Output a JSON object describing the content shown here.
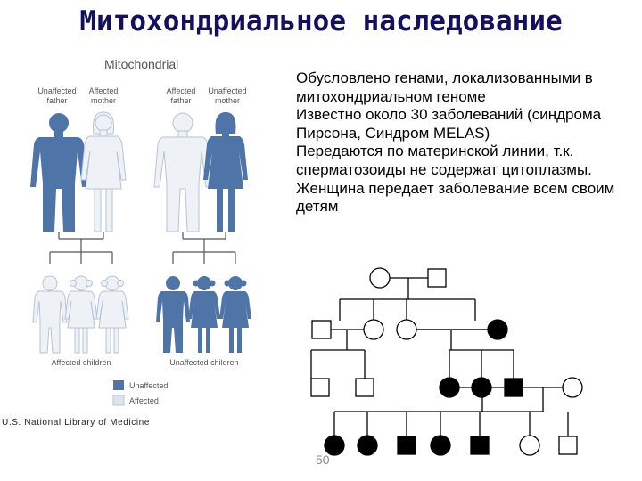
{
  "title": "Митохондриальное наследование",
  "figure": {
    "heading": "Mitochondrial",
    "left_family": {
      "father": [
        "Unaffected",
        "father"
      ],
      "mother": [
        "Affected",
        "mother"
      ],
      "children_label": "Affected children"
    },
    "right_family": {
      "father": [
        "Affected",
        "father"
      ],
      "mother": [
        "Unaffected",
        "mother"
      ],
      "children_label": "Unaffected children"
    },
    "legend": [
      {
        "label": "Unaffected",
        "color": "#4f74a8"
      },
      {
        "label": "Affected",
        "color": "#dde4ee"
      }
    ],
    "credit": "U.S. National Library of Medicine"
  },
  "bullets": [
    "Обусловлено генами, локализованными в митохондриальном геноме",
    "Известно около 30 заболеваний (синдрома Пирсона, Синдром MELAS)",
    "Передаются по материнской линии, т.к. сперматозоиды не содержат цитоплазмы.",
    "Женщина передает заболевание всем своим детям"
  ],
  "page_number": "50",
  "colors": {
    "title": "#13105f",
    "dark_figure": "#4f74a8",
    "light_figure": "#eef2f7"
  },
  "pedigree": {
    "generations": [
      [
        "unaffected-female",
        "unaffected-male"
      ],
      [
        "unaffected-male",
        "unaffected-female",
        "unaffected-female",
        "affected-female"
      ],
      [
        "unaffected-male",
        "unaffected-male",
        "affected-female",
        "affected-female",
        "affected-male",
        "unaffected-female"
      ],
      [
        "affected-female",
        "affected-female",
        "affected-male",
        "affected-female",
        "affected-male",
        "unaffected-female",
        "unaffected-male"
      ]
    ]
  }
}
